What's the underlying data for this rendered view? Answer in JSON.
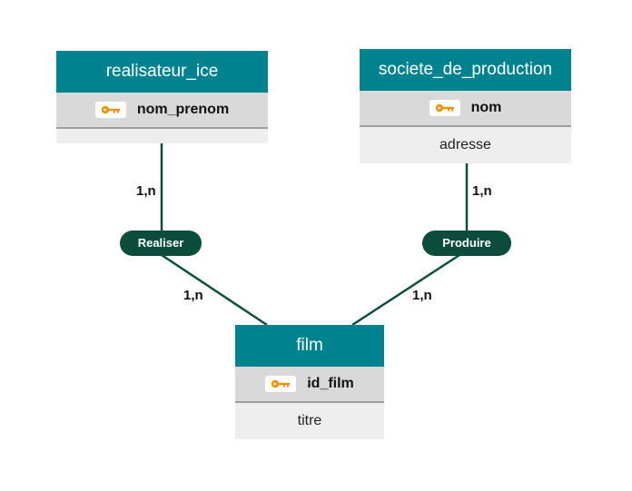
{
  "colors": {
    "entity_header": "#00838f",
    "key_row": "#d9d9d9",
    "attr_row": "#eeeeee",
    "association": "#0b4d3c",
    "key_icon": "#f39200"
  },
  "entities": {
    "realisateur": {
      "title": "realisateur_ice",
      "key": "nom_prenom",
      "key_icon": "key-icon"
    },
    "societe": {
      "title": "societe_de_production",
      "key": "nom",
      "key_icon": "key-icon",
      "attributes": [
        "adresse"
      ]
    },
    "film": {
      "title": "film",
      "key": "id_film",
      "key_icon": "key-icon",
      "attributes": [
        "titre"
      ]
    }
  },
  "associations": {
    "realiser": "Realiser",
    "produire": "Produire"
  },
  "cardinalities": {
    "realisateur_realiser": "1,n",
    "societe_produire": "1,n",
    "realiser_film": "1,n",
    "produire_film": "1,n"
  }
}
